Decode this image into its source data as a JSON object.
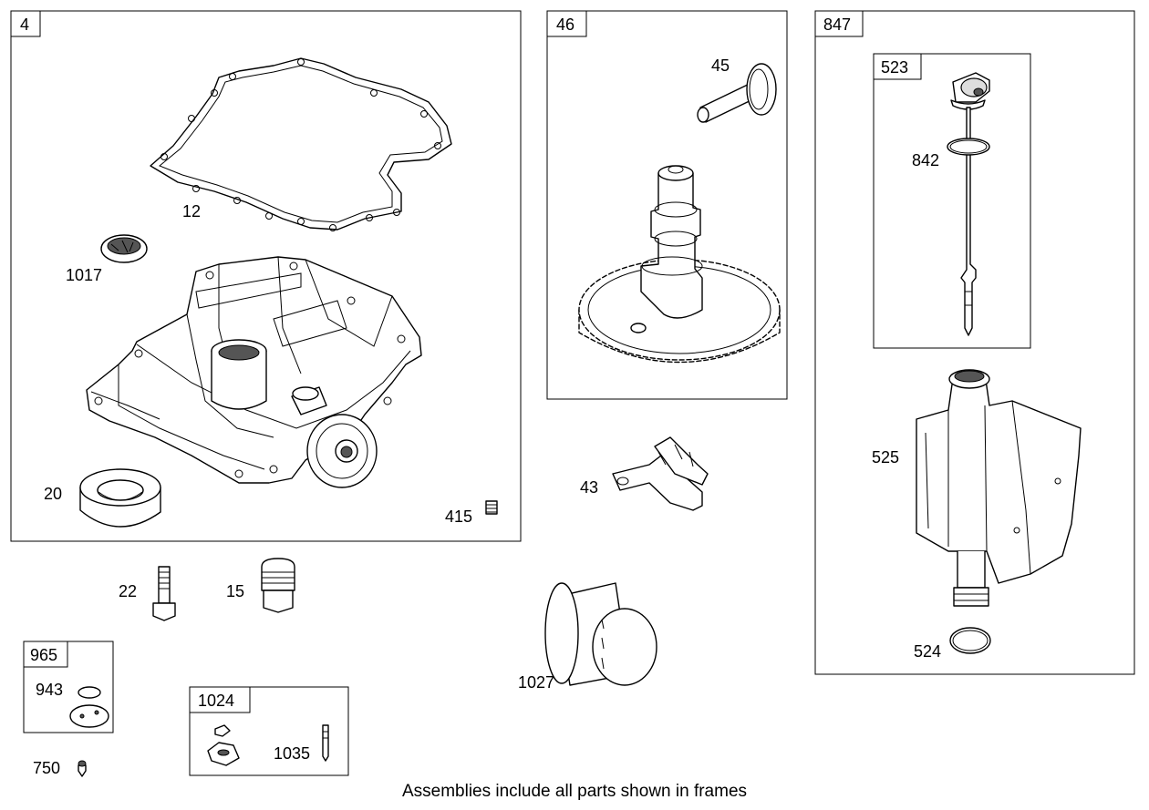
{
  "frames": {
    "f4": "4",
    "f46": "46",
    "f847": "847",
    "f523": "523",
    "f965": "965",
    "f1024": "1024"
  },
  "labels": {
    "p12": "12",
    "p1017": "1017",
    "p20": "20",
    "p415": "415",
    "p45": "45",
    "p43": "43",
    "p842": "842",
    "p525": "525",
    "p524": "524",
    "p22": "22",
    "p15": "15",
    "p1027": "1027",
    "p943": "943",
    "p750": "750",
    "p1035": "1035"
  },
  "caption": "Assemblies include all parts shown in frames"
}
